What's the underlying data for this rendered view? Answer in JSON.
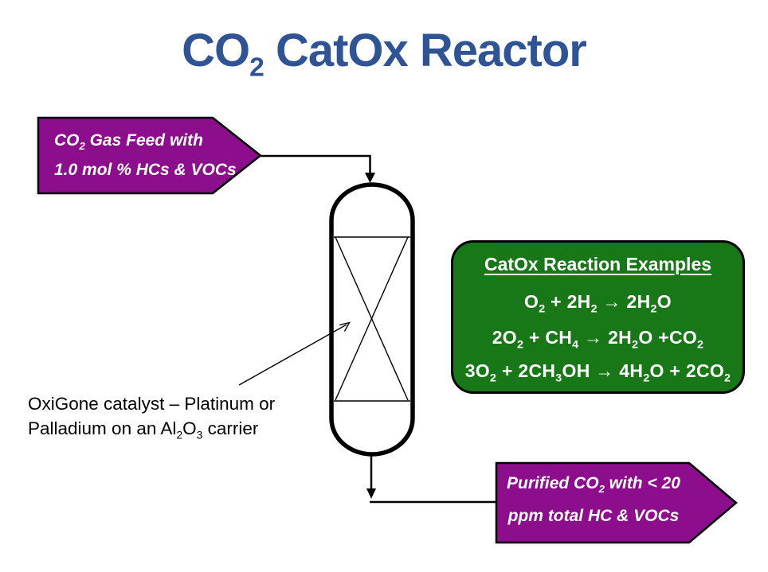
{
  "colors": {
    "title_blue": "#2F5496",
    "banner_purple": "#8C0E8C",
    "box_green": "#187818",
    "line_black": "#000000"
  },
  "title": {
    "rich": [
      [
        "t",
        "CO"
      ],
      [
        "s",
        "2"
      ],
      [
        "t",
        " CatOx Reactor"
      ]
    ]
  },
  "feed_banner": {
    "line1": [
      [
        "t",
        "CO"
      ],
      [
        "s",
        "2"
      ],
      [
        "t",
        " Gas Feed with"
      ]
    ],
    "line2": [
      [
        "t",
        "1.0 mol % HCs & VOCs"
      ]
    ]
  },
  "reactions_box": {
    "title": [
      [
        "t",
        "CatOx Reaction Examples"
      ]
    ],
    "equations": [
      [
        [
          "t",
          "O"
        ],
        [
          "s",
          "2"
        ],
        [
          "t",
          " + 2H"
        ],
        [
          "s",
          "2"
        ],
        [
          "t",
          "  →  2H"
        ],
        [
          "s",
          "2"
        ],
        [
          "t",
          "O"
        ]
      ],
      [
        [
          "t",
          "2O"
        ],
        [
          "s",
          "2"
        ],
        [
          "t",
          " + CH"
        ],
        [
          "s",
          "4"
        ],
        [
          "t",
          "  →  2H"
        ],
        [
          "s",
          "2"
        ],
        [
          "t",
          "O +CO"
        ],
        [
          "s",
          "2"
        ]
      ],
      [
        [
          "t",
          "3O"
        ],
        [
          "s",
          "2"
        ],
        [
          "t",
          " + 2CH"
        ],
        [
          "s",
          "3"
        ],
        [
          "t",
          "OH  →  4H"
        ],
        [
          "s",
          "2"
        ],
        [
          "t",
          "O + 2CO"
        ],
        [
          "s",
          "2"
        ]
      ]
    ]
  },
  "catalyst_note": {
    "line1": [
      [
        "t",
        "OxiGone catalyst – Platinum or"
      ]
    ],
    "line2": [
      [
        "t",
        "Palladium on an Al"
      ],
      [
        "s",
        "2"
      ],
      [
        "t",
        "O"
      ],
      [
        "s",
        "3"
      ],
      [
        "t",
        " carrier"
      ]
    ]
  },
  "purified_banner": {
    "line1": [
      [
        "t",
        "Purified CO"
      ],
      [
        "s",
        "2"
      ],
      [
        "t",
        " with < 20"
      ]
    ],
    "line2": [
      [
        "t",
        "ppm total HC & VOCs"
      ]
    ]
  }
}
